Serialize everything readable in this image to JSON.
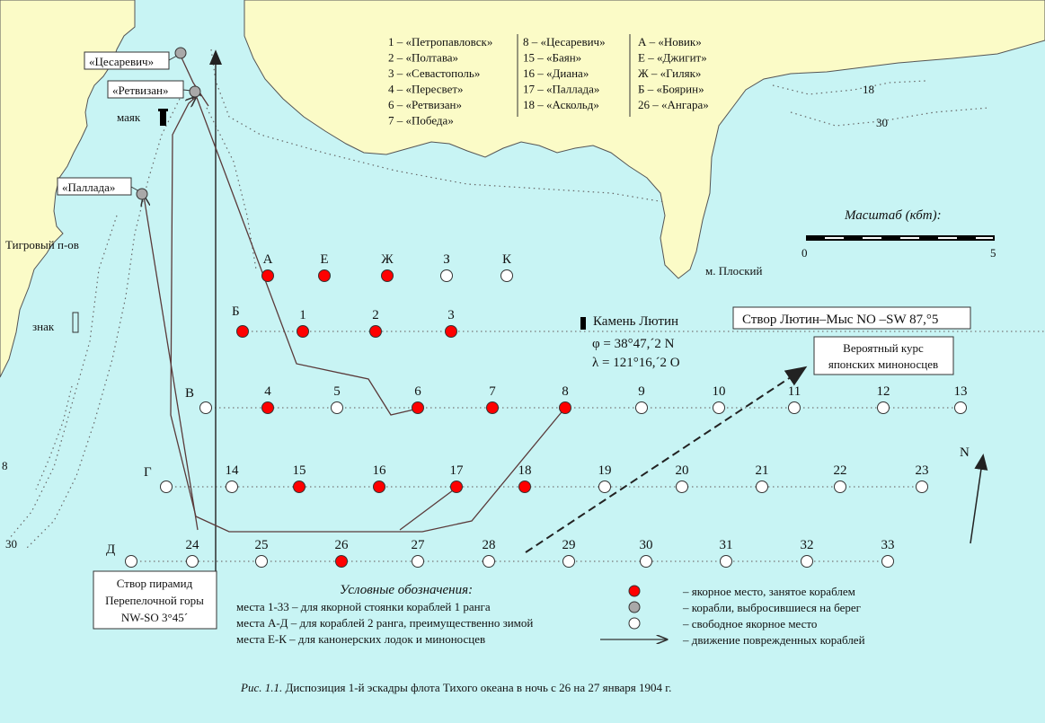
{
  "colors": {
    "water": "#c8f4f4",
    "land": "#fbfbc7",
    "occupied": "#ff0000",
    "beached": "#a9a9a9",
    "free": "#ffffff",
    "line": "#333333"
  },
  "ship_list": {
    "col1": [
      "1 – «Петропавловск»",
      "2 – «Полтава»",
      "3 – «Севастополь»",
      "4 – «Пересвет»",
      "6 – «Ретвизан»",
      "7 – «Победа»"
    ],
    "col2": [
      "8 – «Цесаревич»",
      "15 – «Баян»",
      "16 – «Диана»",
      "17 – «Паллада»",
      "18 – «Аскольд»"
    ],
    "col3": [
      "А – «Новик»",
      "Е – «Джигит»",
      "Ж – «Гиляк»",
      "Б – «Боярин»",
      "26 – «Ангара»"
    ]
  },
  "places": {
    "tsesarevich": "«Цесаревич»",
    "retvizan": "«Ретвизан»",
    "pallada": "«Паллада»",
    "lighthouse": "маяк",
    "tigrovy": "Тигровый п-ов",
    "znak": "знак",
    "plosky": "м. Плоский",
    "kamen": "Камень Лютин",
    "lat": "φ = 38°47,´2 N",
    "lon": "λ = 121°16,´2 O"
  },
  "scale": {
    "title": "Масштаб (кбт):",
    "start": "0",
    "end": "5"
  },
  "north": "N",
  "boxes": {
    "stvor1": "Створ Лютин–Мыс NO –SW 87,°5",
    "course_line1": "Вероятный курс",
    "course_line2": "японских миноносцев",
    "pyramid_line1": "Створ пирамид",
    "pyramid_line2": "Перепелочной горы",
    "pyramid_line3": "NW-SO  3°45´"
  },
  "depths": [
    "18",
    "30",
    "8",
    "30"
  ],
  "rows": [
    {
      "label": "",
      "points": [
        {
          "id": "А",
          "state": "occupied"
        },
        {
          "id": "Е",
          "state": "occupied"
        },
        {
          "id": "Ж",
          "state": "occupied"
        },
        {
          "id": "З",
          "state": "free"
        },
        {
          "id": "К",
          "state": "free"
        }
      ]
    },
    {
      "label": "Б",
      "points": [
        {
          "id": "",
          "state": "occupied"
        },
        {
          "id": "1",
          "state": "occupied"
        },
        {
          "id": "2",
          "state": "occupied"
        },
        {
          "id": "3",
          "state": "occupied"
        }
      ]
    },
    {
      "label": "В",
      "points": [
        {
          "id": "",
          "state": "free"
        },
        {
          "id": "4",
          "state": "occupied"
        },
        {
          "id": "5",
          "state": "free"
        },
        {
          "id": "6",
          "state": "occupied"
        },
        {
          "id": "7",
          "state": "occupied"
        },
        {
          "id": "8",
          "state": "occupied"
        },
        {
          "id": "9",
          "state": "free"
        },
        {
          "id": "10",
          "state": "free"
        },
        {
          "id": "11",
          "state": "free"
        },
        {
          "id": "12",
          "state": "free"
        },
        {
          "id": "13",
          "state": "free"
        }
      ]
    },
    {
      "label": "Г",
      "points": [
        {
          "id": "",
          "state": "free"
        },
        {
          "id": "14",
          "state": "free"
        },
        {
          "id": "15",
          "state": "occupied"
        },
        {
          "id": "16",
          "state": "occupied"
        },
        {
          "id": "17",
          "state": "occupied"
        },
        {
          "id": "18",
          "state": "occupied"
        },
        {
          "id": "19",
          "state": "free"
        },
        {
          "id": "20",
          "state": "free"
        },
        {
          "id": "21",
          "state": "free"
        },
        {
          "id": "22",
          "state": "free"
        },
        {
          "id": "23",
          "state": "free"
        }
      ]
    },
    {
      "label": "Д",
      "points": [
        {
          "id": "",
          "state": "free"
        },
        {
          "id": "24",
          "state": "free"
        },
        {
          "id": "25",
          "state": "free"
        },
        {
          "id": "26",
          "state": "occupied"
        },
        {
          "id": "27",
          "state": "free"
        },
        {
          "id": "28",
          "state": "free"
        },
        {
          "id": "29",
          "state": "free"
        },
        {
          "id": "30",
          "state": "free"
        },
        {
          "id": "31",
          "state": "free"
        },
        {
          "id": "32",
          "state": "free"
        },
        {
          "id": "33",
          "state": "free"
        }
      ]
    }
  ],
  "legend": {
    "title": "Условные обозначения:",
    "places": [
      "места 1-33 – для якорной стоянки кораблей 1 ранга",
      "места А-Д – для кораблей 2 ранга, преимущественно зимой",
      "места Е-К – для канонерских лодок и миноносцев"
    ],
    "symbols": [
      "– якорное место, занятое кораблем",
      "– корабли, выбросившиеся на берег",
      "– свободное якорное место",
      "– движение поврежденных кораблей"
    ]
  },
  "caption": {
    "fig": "Рис. 1.1.",
    "text": " Диспозиция 1-й эскадры флота Тихого океана в ночь с 26 на 27 января 1904 г."
  }
}
